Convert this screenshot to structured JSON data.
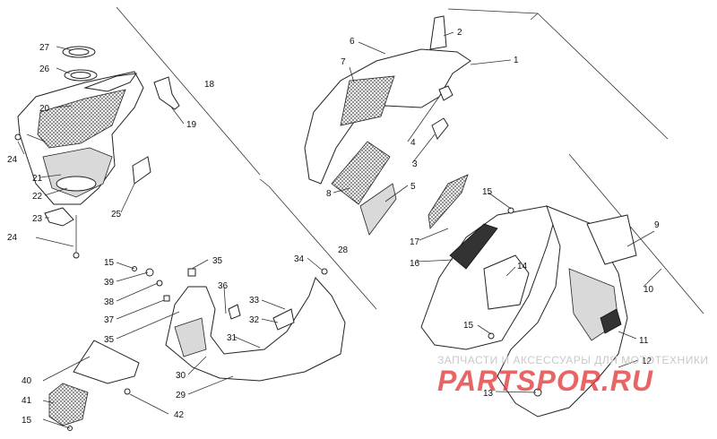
{
  "diagram": {
    "callouts": [
      "1",
      "2",
      "3",
      "4",
      "5",
      "6",
      "7",
      "8",
      "9",
      "10",
      "11",
      "12",
      "13",
      "14",
      "15",
      "16",
      "17",
      "18",
      "19",
      "20",
      "21",
      "22",
      "23",
      "24",
      "25",
      "26",
      "27",
      "28",
      "29",
      "30",
      "31",
      "32",
      "33",
      "34",
      "35",
      "36",
      "37",
      "38",
      "39",
      "40",
      "41",
      "42"
    ],
    "repeated_callouts": {
      "24_second": "24",
      "15_left_a": "15",
      "15_left_b": "15",
      "15_right_a": "15",
      "15_right_b": "15",
      "35_second": "35"
    }
  },
  "watermark": {
    "subtitle": "ЗАПЧАСТИ И АКСЕССУАРЫ ДЛЯ МОТОТЕХНИКИ",
    "brand": "PARTSPOR.RU"
  }
}
